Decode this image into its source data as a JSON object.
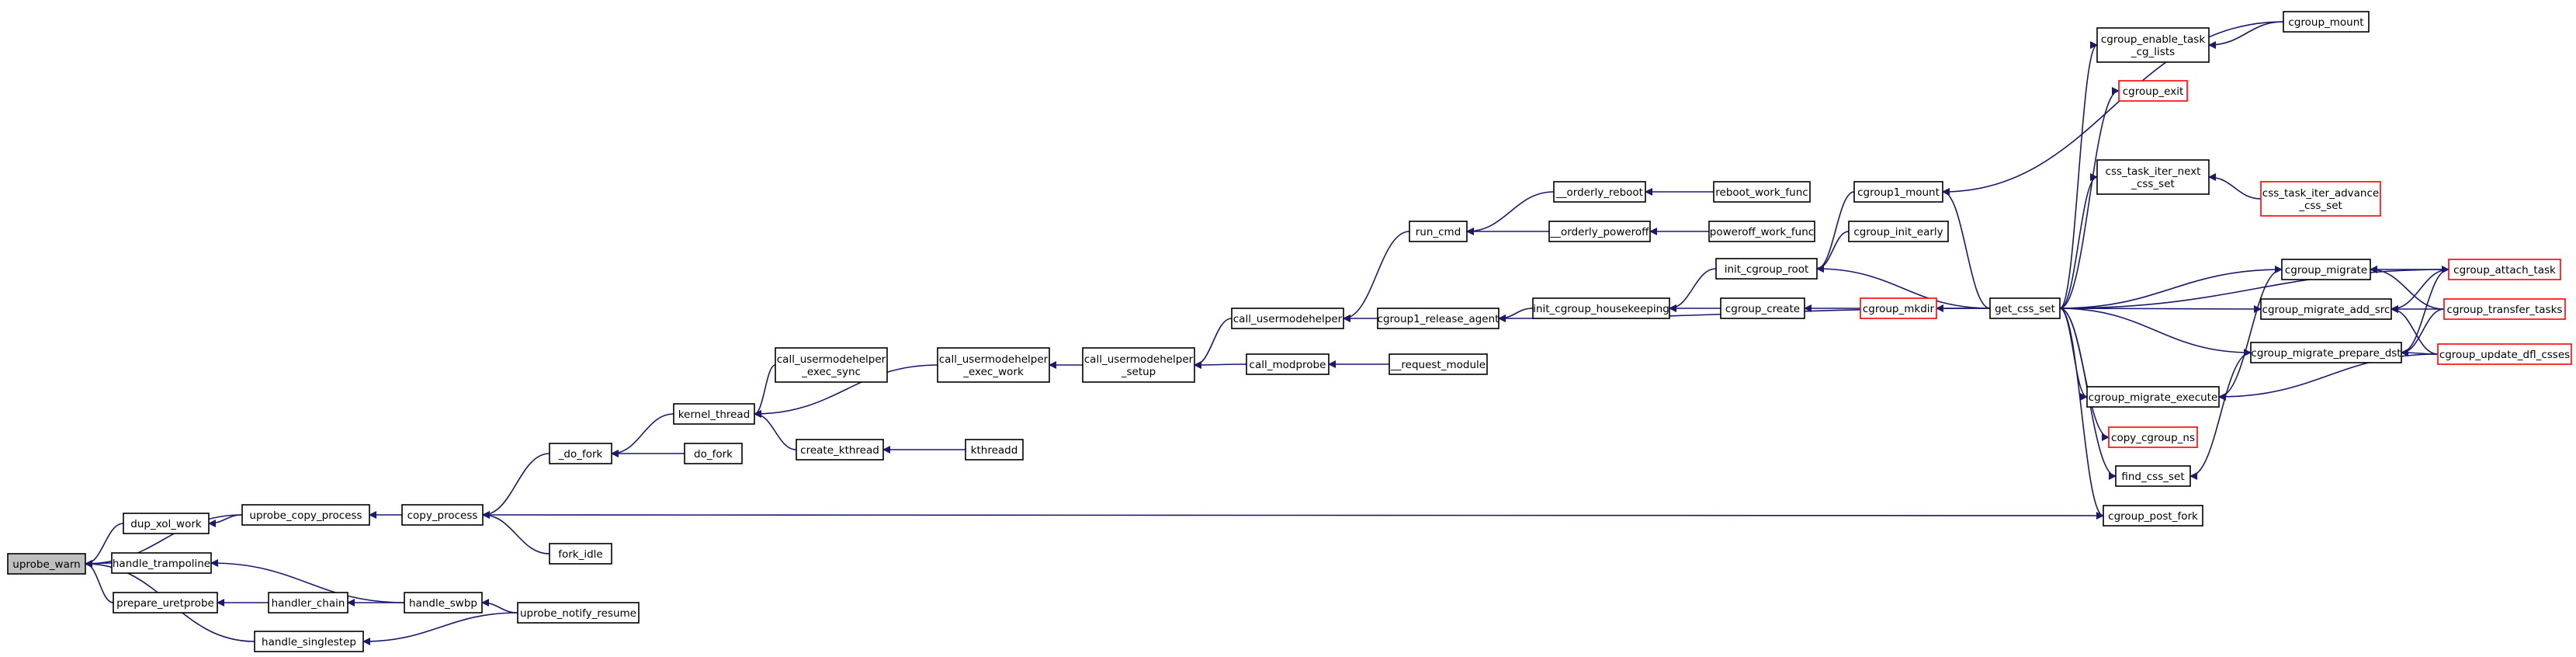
{
  "graph": {
    "colors": {
      "edge": "#191970",
      "node_border": "#000000",
      "truncated_border": "#ff0000",
      "root_fill": "#bfbfbf"
    },
    "nodes": [
      {
        "id": "uprobe_warn",
        "label": "uprobe_warn",
        "style": "root"
      },
      {
        "id": "dup_xol_work",
        "label": "dup_xol_work"
      },
      {
        "id": "handle_trampoline",
        "label": "handle_trampoline"
      },
      {
        "id": "prepare_uretprobe",
        "label": "prepare_uretprobe"
      },
      {
        "id": "handle_singlestep",
        "label": "handle_singlestep"
      },
      {
        "id": "uprobe_copy_process",
        "label": "uprobe_copy_process"
      },
      {
        "id": "handler_chain",
        "label": "handler_chain"
      },
      {
        "id": "handle_swbp",
        "label": "handle_swbp"
      },
      {
        "id": "uprobe_notify_resume",
        "label": "uprobe_notify_resume"
      },
      {
        "id": "copy_process",
        "label": "copy_process"
      },
      {
        "id": "_do_fork",
        "label": "_do_fork"
      },
      {
        "id": "fork_idle",
        "label": "fork_idle"
      },
      {
        "id": "kernel_thread",
        "label": "kernel_thread"
      },
      {
        "id": "do_fork",
        "label": "do_fork"
      },
      {
        "id": "call_usermodehelper_exec_sync",
        "label": "call_usermodehelper\n_exec_sync"
      },
      {
        "id": "create_kthread",
        "label": "create_kthread"
      },
      {
        "id": "kthreadd",
        "label": "kthreadd"
      },
      {
        "id": "call_usermodehelper_exec_work",
        "label": "call_usermodehelper\n_exec_work"
      },
      {
        "id": "call_usermodehelper_setup",
        "label": "call_usermodehelper\n_setup"
      },
      {
        "id": "call_usermodehelper",
        "label": "call_usermodehelper"
      },
      {
        "id": "call_modprobe",
        "label": "call_modprobe"
      },
      {
        "id": "request_module",
        "label": "__request_module"
      },
      {
        "id": "run_cmd",
        "label": "run_cmd"
      },
      {
        "id": "cgroup1_release_agent",
        "label": "cgroup1_release_agent"
      },
      {
        "id": "orderly_reboot",
        "label": "__orderly_reboot"
      },
      {
        "id": "orderly_poweroff",
        "label": "__orderly_poweroff"
      },
      {
        "id": "reboot_work_func",
        "label": "reboot_work_func"
      },
      {
        "id": "poweroff_work_func",
        "label": "poweroff_work_func"
      },
      {
        "id": "init_cgroup_housekeeping",
        "label": "init_cgroup_housekeeping"
      },
      {
        "id": "init_cgroup_root",
        "label": "init_cgroup_root"
      },
      {
        "id": "cgroup_create",
        "label": "cgroup_create"
      },
      {
        "id": "cgroup_mkdir",
        "label": "cgroup_mkdir",
        "style": "red"
      },
      {
        "id": "cgroup1_mount",
        "label": "cgroup1_mount"
      },
      {
        "id": "cgroup_init_early",
        "label": "cgroup_init_early"
      },
      {
        "id": "get_css_set",
        "label": "get_css_set"
      },
      {
        "id": "cgroup_enable_task_cg_lists",
        "label": "cgroup_enable_task\n_cg_lists"
      },
      {
        "id": "cgroup_mount",
        "label": "cgroup_mount"
      },
      {
        "id": "cgroup_exit",
        "label": "cgroup_exit",
        "style": "red"
      },
      {
        "id": "css_task_iter_next_css_set",
        "label": "css_task_iter_next\n_css_set"
      },
      {
        "id": "css_task_iter_advance_css_set",
        "label": "css_task_iter_advance\n_css_set",
        "style": "red"
      },
      {
        "id": "cgroup_migrate",
        "label": "cgroup_migrate"
      },
      {
        "id": "cgroup_migrate_add_src",
        "label": "cgroup_migrate_add_src"
      },
      {
        "id": "cgroup_migrate_prepare_dst",
        "label": "cgroup_migrate_prepare_dst"
      },
      {
        "id": "cgroup_migrate_execute",
        "label": "cgroup_migrate_execute"
      },
      {
        "id": "copy_cgroup_ns",
        "label": "copy_cgroup_ns",
        "style": "red"
      },
      {
        "id": "find_css_set",
        "label": "find_css_set"
      },
      {
        "id": "cgroup_post_fork",
        "label": "cgroup_post_fork"
      },
      {
        "id": "cgroup_attach_task",
        "label": "cgroup_attach_task",
        "style": "red"
      },
      {
        "id": "cgroup_transfer_tasks",
        "label": "cgroup_transfer_tasks",
        "style": "red"
      },
      {
        "id": "cgroup_update_dfl_csses",
        "label": "cgroup_update_dfl_csses",
        "style": "red"
      }
    ],
    "edges": [
      [
        "dup_xol_work",
        "uprobe_warn"
      ],
      [
        "handle_trampoline",
        "uprobe_warn"
      ],
      [
        "prepare_uretprobe",
        "uprobe_warn"
      ],
      [
        "handle_singlestep",
        "uprobe_warn"
      ],
      [
        "uprobe_copy_process",
        "uprobe_warn"
      ],
      [
        "uprobe_copy_process",
        "dup_xol_work"
      ],
      [
        "handle_swbp",
        "handle_trampoline"
      ],
      [
        "handler_chain",
        "prepare_uretprobe"
      ],
      [
        "uprobe_notify_resume",
        "handle_singlestep"
      ],
      [
        "handle_swbp",
        "handler_chain"
      ],
      [
        "uprobe_notify_resume",
        "handle_swbp"
      ],
      [
        "copy_process",
        "uprobe_copy_process"
      ],
      [
        "_do_fork",
        "copy_process"
      ],
      [
        "fork_idle",
        "copy_process"
      ],
      [
        "cgroup_post_fork",
        "copy_process"
      ],
      [
        "kernel_thread",
        "_do_fork"
      ],
      [
        "do_fork",
        "_do_fork"
      ],
      [
        "call_usermodehelper_exec_sync",
        "kernel_thread"
      ],
      [
        "call_usermodehelper_exec_work",
        "kernel_thread"
      ],
      [
        "create_kthread",
        "kernel_thread"
      ],
      [
        "kthreadd",
        "create_kthread"
      ],
      [
        "call_usermodehelper_setup",
        "call_usermodehelper_exec_work"
      ],
      [
        "call_usermodehelper",
        "call_usermodehelper_setup"
      ],
      [
        "call_modprobe",
        "call_usermodehelper_setup"
      ],
      [
        "request_module",
        "call_modprobe"
      ],
      [
        "run_cmd",
        "call_usermodehelper"
      ],
      [
        "cgroup1_release_agent",
        "call_usermodehelper"
      ],
      [
        "orderly_reboot",
        "run_cmd"
      ],
      [
        "orderly_poweroff",
        "run_cmd"
      ],
      [
        "reboot_work_func",
        "orderly_reboot"
      ],
      [
        "poweroff_work_func",
        "orderly_poweroff"
      ],
      [
        "init_cgroup_housekeeping",
        "cgroup1_release_agent"
      ],
      [
        "get_css_set",
        "cgroup1_release_agent"
      ],
      [
        "init_cgroup_root",
        "init_cgroup_housekeeping"
      ],
      [
        "cgroup_create",
        "init_cgroup_housekeeping"
      ],
      [
        "cgroup1_mount",
        "init_cgroup_root"
      ],
      [
        "cgroup_init_early",
        "init_cgroup_root"
      ],
      [
        "get_css_set",
        "init_cgroup_root"
      ],
      [
        "cgroup_mkdir",
        "cgroup_create"
      ],
      [
        "get_css_set",
        "cgroup_mkdir"
      ],
      [
        "cgroup_mount",
        "cgroup1_mount"
      ],
      [
        "get_css_set",
        "cgroup1_mount"
      ],
      [
        "cgroup_mount",
        "cgroup_enable_task_cg_lists"
      ],
      [
        "get_css_set",
        "cgroup_enable_task_cg_lists"
      ],
      [
        "get_css_set",
        "cgroup_exit"
      ],
      [
        "get_css_set",
        "css_task_iter_next_css_set"
      ],
      [
        "css_task_iter_advance_css_set",
        "css_task_iter_next_css_set"
      ],
      [
        "get_css_set",
        "cgroup_migrate"
      ],
      [
        "get_css_set",
        "cgroup_migrate_add_src"
      ],
      [
        "get_css_set",
        "cgroup_migrate_prepare_dst"
      ],
      [
        "get_css_set",
        "cgroup_migrate_execute"
      ],
      [
        "get_css_set",
        "copy_cgroup_ns"
      ],
      [
        "get_css_set",
        "find_css_set"
      ],
      [
        "get_css_set",
        "cgroup_post_fork"
      ],
      [
        "get_css_set",
        "cgroup_attach_task"
      ],
      [
        "cgroup_attach_task",
        "cgroup_migrate"
      ],
      [
        "cgroup_transfer_tasks",
        "cgroup_migrate"
      ],
      [
        "cgroup_attach_task",
        "cgroup_migrate_add_src"
      ],
      [
        "cgroup_transfer_tasks",
        "cgroup_migrate_add_src"
      ],
      [
        "cgroup_update_dfl_csses",
        "cgroup_migrate_add_src"
      ],
      [
        "cgroup_attach_task",
        "cgroup_migrate_prepare_dst"
      ],
      [
        "cgroup_transfer_tasks",
        "cgroup_migrate_prepare_dst"
      ],
      [
        "cgroup_update_dfl_csses",
        "cgroup_migrate_prepare_dst"
      ],
      [
        "cgroup_update_dfl_csses",
        "cgroup_migrate_execute"
      ],
      [
        "cgroup_migrate",
        "cgroup_migrate_execute"
      ],
      [
        "cgroup_migrate_prepare_dst",
        "find_css_set"
      ]
    ]
  }
}
